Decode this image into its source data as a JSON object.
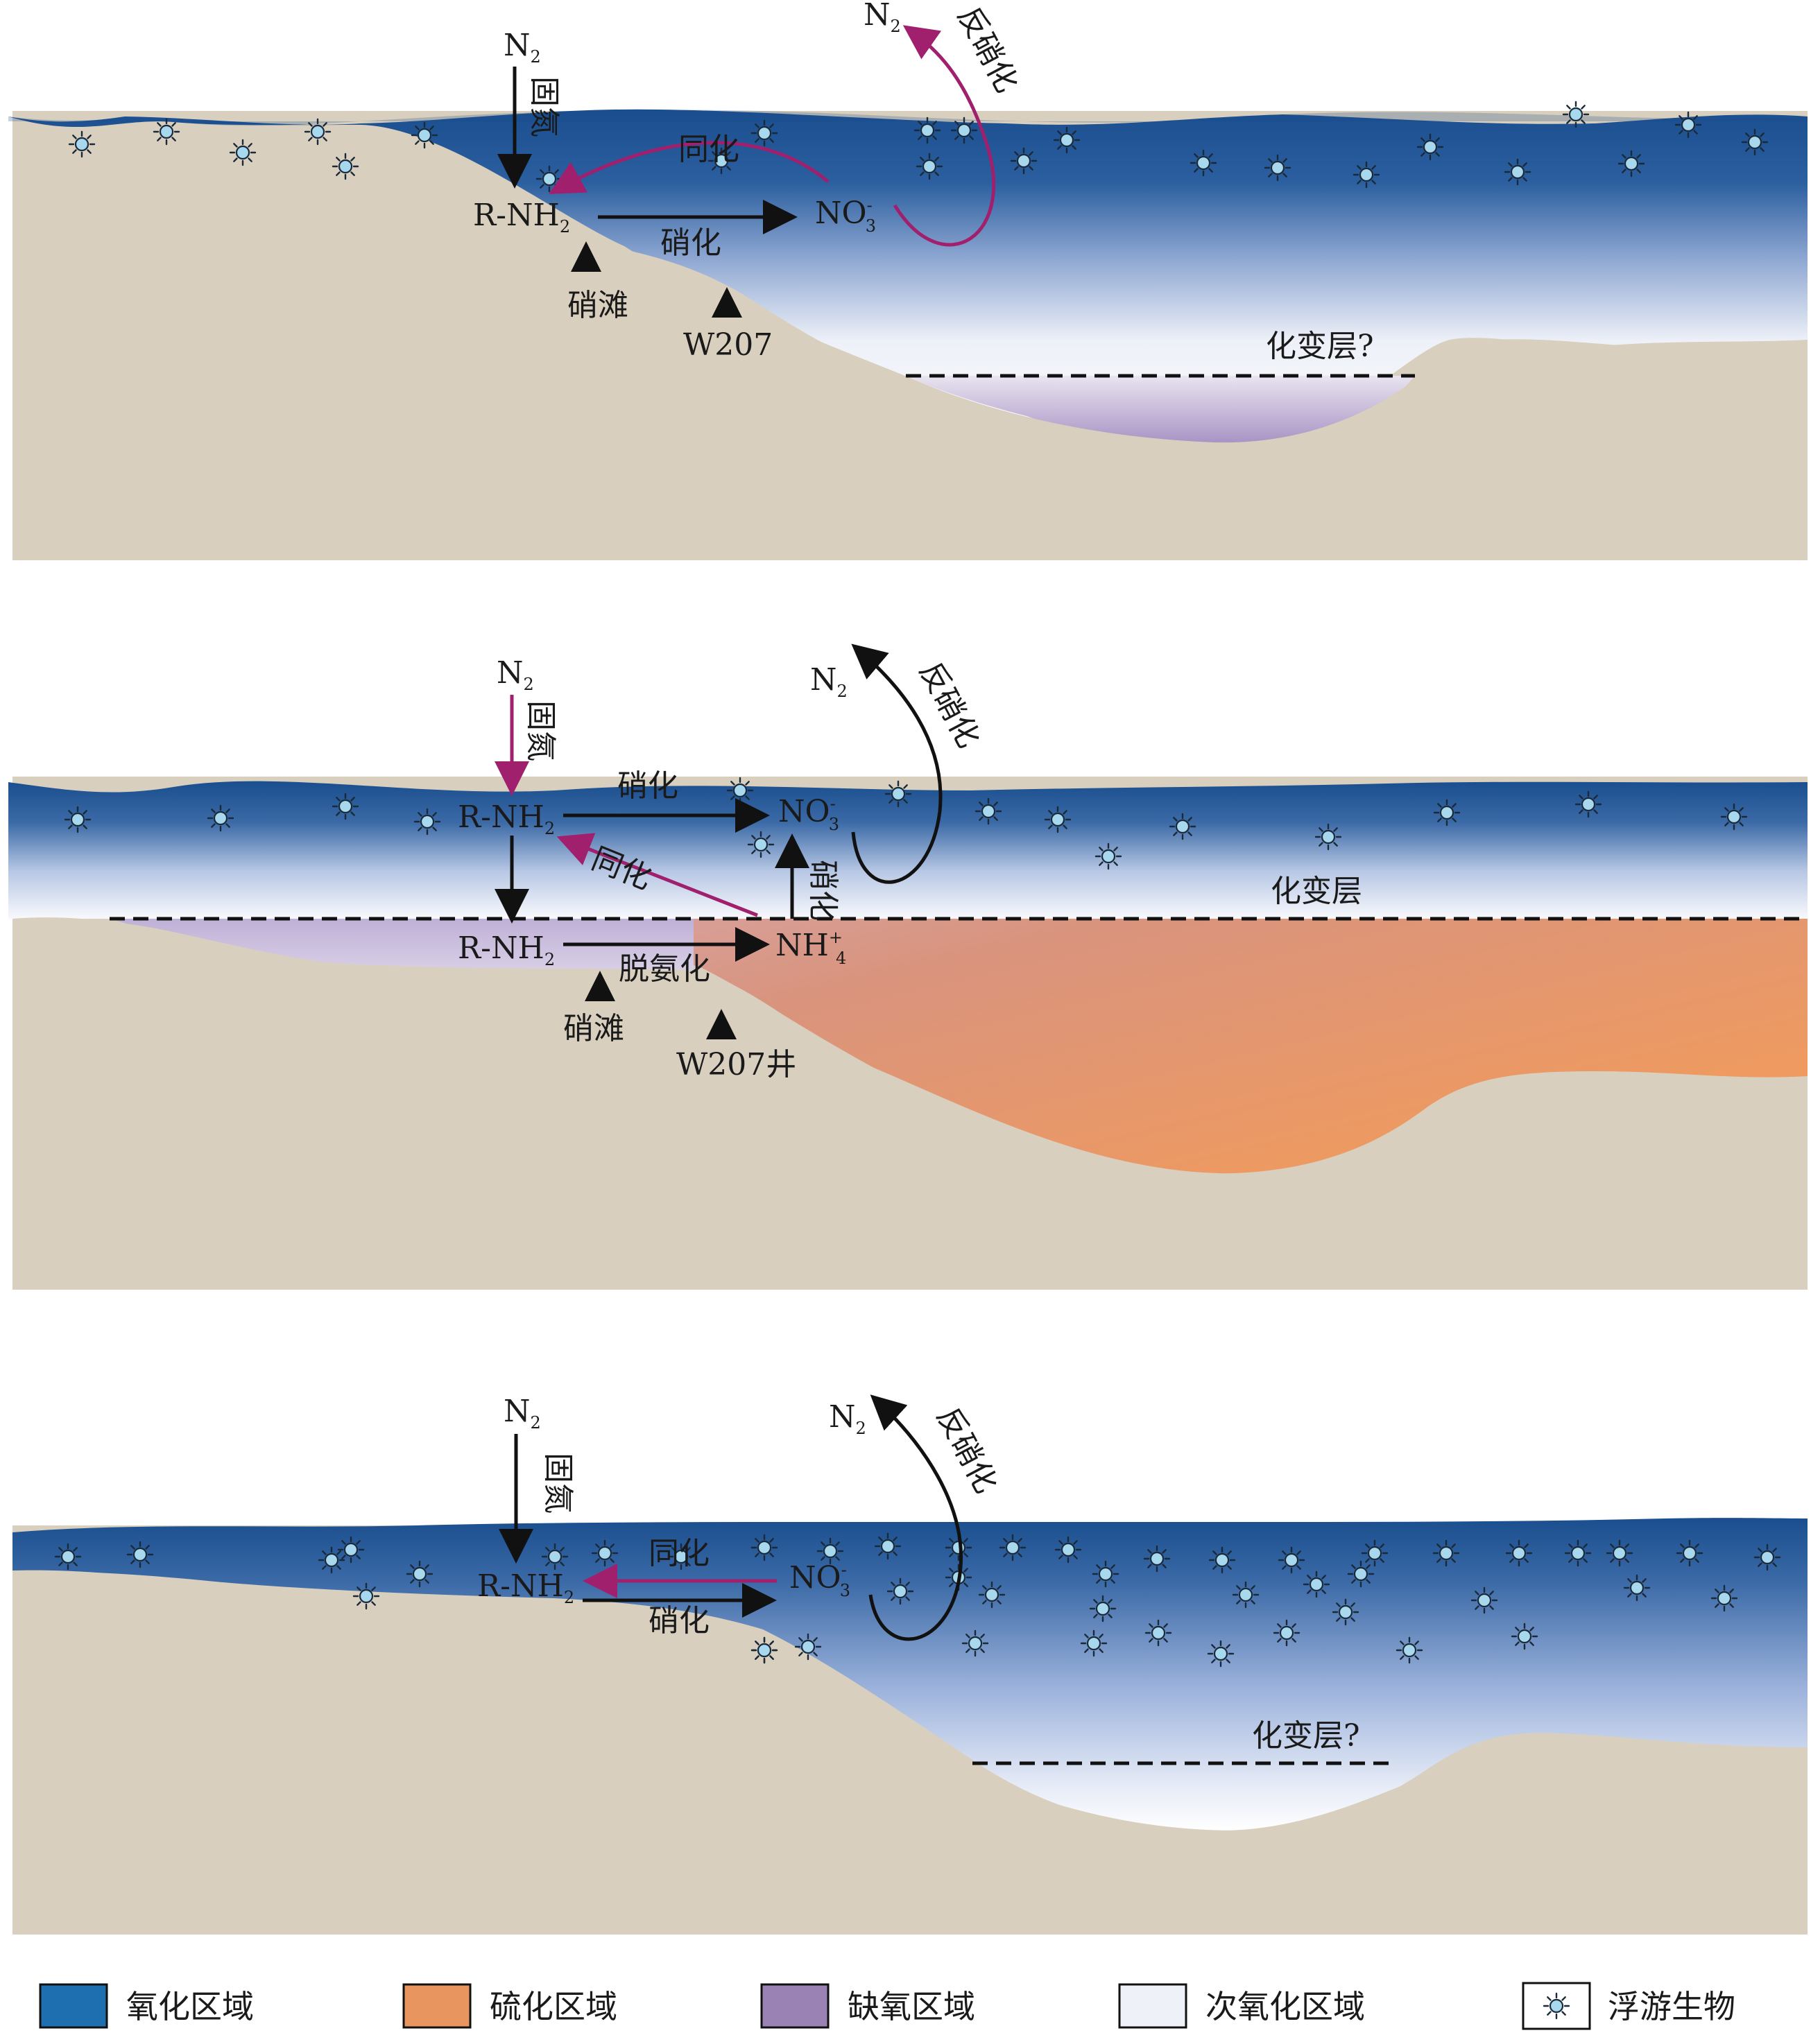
{
  "colors": {
    "oxic": "#1d5aa0",
    "sulfidic": "#e8955f",
    "anoxic": "#9a83b4",
    "suboxic": "#eef1f8",
    "sediment": "#d8cfbe",
    "assimilation_arrow": "#a0206e",
    "black_arrow": "#111111"
  },
  "panels": [
    {
      "labels": {
        "n2_top": "N",
        "n2_top_sub": "2",
        "fixation": "固氮",
        "rnh2": "R-NH",
        "rnh2_sub": "2",
        "no3": "NO",
        "no3_sub": "3",
        "no3_sup": "-",
        "assimilation": "同化",
        "nitrification": "硝化",
        "denitrification": "反硝化",
        "n2_denit": "N",
        "n2_denit_sub": "2",
        "site_a": "硝滩",
        "site_b": "W207",
        "chemocline": "化变层?"
      },
      "plankton_icon": "plankton-icon"
    },
    {
      "labels": {
        "n2_top": "N",
        "n2_top_sub": "2",
        "fixation": "固氮",
        "rnh2_upper": "R-NH",
        "rnh2_upper_sub": "2",
        "nitrification_top": "硝化",
        "no3": "NO",
        "no3_sub": "3",
        "no3_sup": "-",
        "assimilation": "同化",
        "nitrification_side": "硝化",
        "rnh2_lower": "R-NH",
        "rnh2_lower_sub": "2",
        "deamination": "脱氨化",
        "nh4": "NH",
        "nh4_sub": "4",
        "nh4_sup": "+",
        "denitrification": "反硝化",
        "n2_denit": "N",
        "n2_denit_sub": "2",
        "chemocline": "化变层",
        "site_a": "硝滩",
        "site_b": "W207井"
      },
      "plankton_icon": "plankton-icon"
    },
    {
      "labels": {
        "n2_top": "N",
        "n2_top_sub": "2",
        "fixation": "固氮",
        "rnh2": "R-NH",
        "rnh2_sub": "2",
        "assimilation": "同化",
        "nitrification": "硝化",
        "no3": "NO",
        "no3_sub": "3",
        "no3_sup": "-",
        "denitrification": "反硝化",
        "n2_denit": "N",
        "n2_denit_sub": "2",
        "chemocline": "化变层?"
      },
      "plankton_icon": "plankton-icon"
    }
  ],
  "legend": [
    {
      "label": "氧化区域",
      "color": "#1d6fb0"
    },
    {
      "label": "硫化区域",
      "color": "#e8955f"
    },
    {
      "label": "缺氧区域",
      "color": "#9a83b4"
    },
    {
      "label": "次氧化区域",
      "color": "#eef1f8"
    },
    {
      "label": "浮游生物",
      "icon": "plankton-icon"
    }
  ]
}
